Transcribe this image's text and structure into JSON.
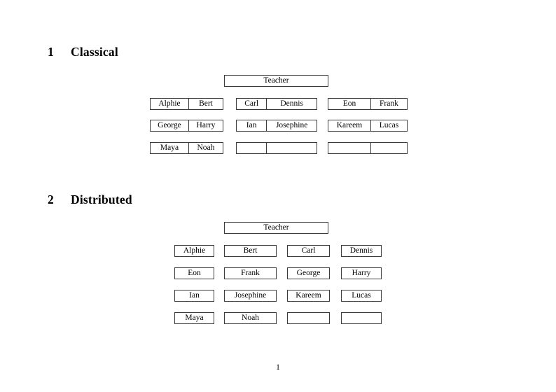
{
  "document": {
    "page_number": "1"
  },
  "sections": [
    {
      "number": "1",
      "title": "Classical",
      "teacher_label": "Teacher",
      "groups": [
        {
          "name": "group-a",
          "rows": [
            {
              "cells": [
                "Alphie",
                "Bert"
              ]
            },
            {
              "cells": [
                "George",
                "Harry"
              ]
            },
            {
              "cells": [
                "Maya",
                "Noah"
              ]
            }
          ]
        },
        {
          "name": "group-b",
          "rows": [
            {
              "cells": [
                "Carl",
                "Dennis"
              ]
            },
            {
              "cells": [
                "Ian",
                "Josephine"
              ]
            },
            {
              "cells": [
                "",
                ""
              ]
            }
          ]
        },
        {
          "name": "group-c",
          "rows": [
            {
              "cells": [
                "Eon",
                "Frank"
              ]
            },
            {
              "cells": [
                "Kareem",
                "Lucas"
              ]
            },
            {
              "cells": [
                "",
                ""
              ]
            }
          ]
        }
      ]
    },
    {
      "number": "2",
      "title": "Distributed",
      "teacher_label": "Teacher",
      "rows": [
        {
          "cells": [
            "Alphie",
            "Bert",
            "Carl",
            "Dennis"
          ]
        },
        {
          "cells": [
            "Eon",
            "Frank",
            "George",
            "Harry"
          ]
        },
        {
          "cells": [
            "Ian",
            "Josephine",
            "Kareem",
            "Lucas"
          ]
        },
        {
          "cells": [
            "Maya",
            "Noah",
            "",
            ""
          ]
        }
      ]
    }
  ],
  "colors": {
    "border": "#3a3a3a",
    "text": "#000000",
    "background": "#ffffff"
  }
}
